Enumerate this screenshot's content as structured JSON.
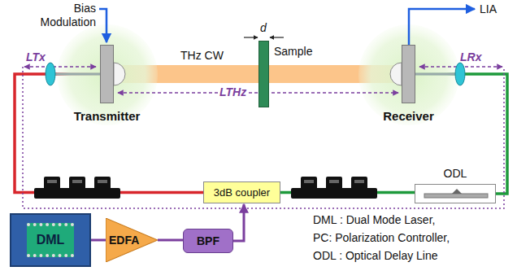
{
  "diagram": {
    "nodes": [
      {
        "text": [
          "Transmitter"
        ]
      },
      {
        "text": [
          "Sample"
        ]
      },
      {
        "text": [
          "Receiver"
        ]
      },
      {
        "text": [
          "3dB coupler"
        ]
      },
      {
        "text": [
          "ODL"
        ]
      },
      {
        "text": [
          "DML"
        ]
      },
      {
        "text": [
          "EDFA"
        ]
      },
      {
        "text": [
          "BPF"
        ]
      }
    ],
    "edges": [
      {
        "from": 0,
        "to": 1,
        "arrow": "none"
      },
      {
        "from": 1,
        "to": 2,
        "arrow": "none"
      },
      {
        "from": 3,
        "to": 0,
        "arrow": "none"
      },
      {
        "from": 3,
        "to": 4,
        "arrow": "none"
      },
      {
        "from": 4,
        "to": 2,
        "arrow": "none"
      },
      {
        "from": 5,
        "to": 6,
        "arrow": "none"
      },
      {
        "from": 6,
        "to": 7,
        "arrow": "none"
      },
      {
        "from": 7,
        "to": 3,
        "arrow": "to"
      }
    ],
    "labels": [
      "Bias Modulation",
      "LIA",
      "LTx",
      "LRx",
      "THz CW",
      "d",
      "LTHz",
      "DML : Dual Mode Laser,",
      "PC: Polarization Controller,",
      "ODL : Optical Delay Line"
    ]
  }
}
